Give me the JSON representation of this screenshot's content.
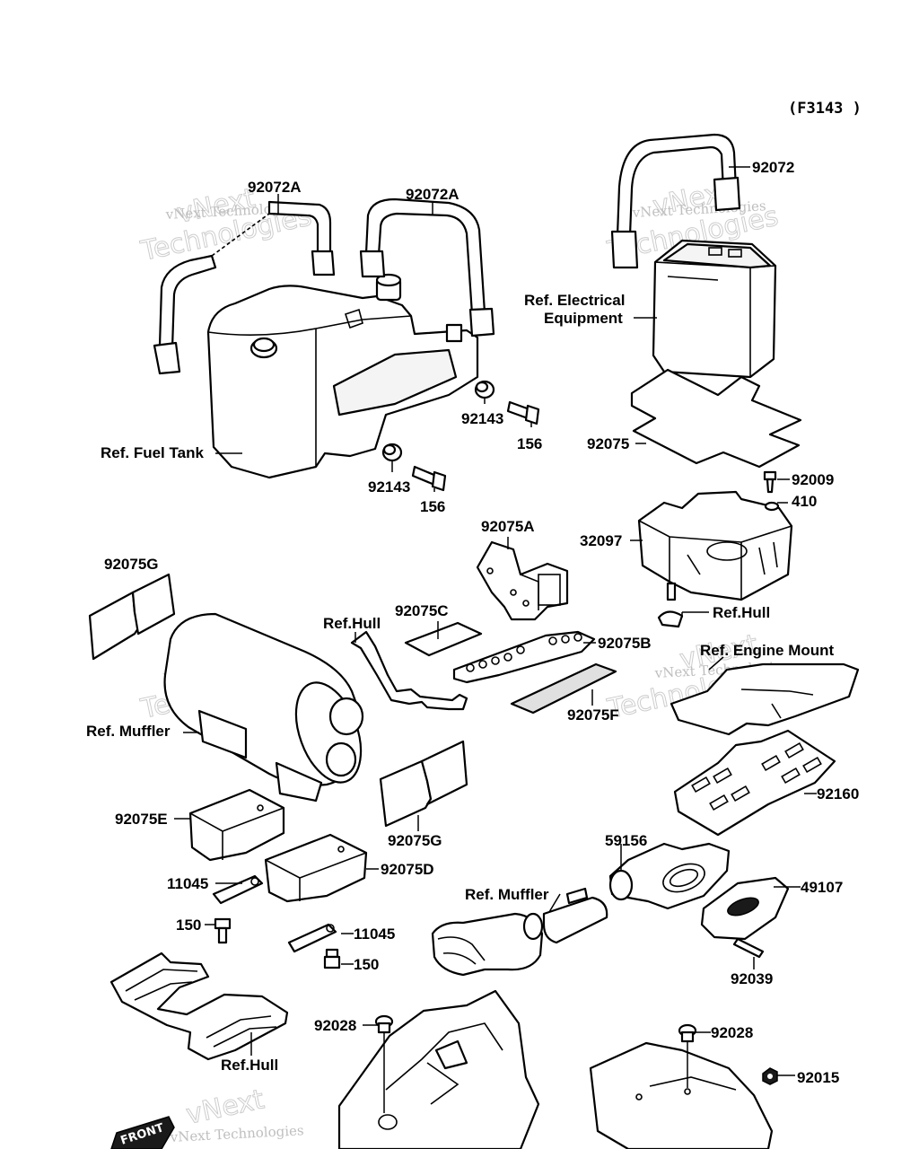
{
  "diagram_code": "(F3143 )",
  "labels": {
    "strap_left": "92072A",
    "strap_mid": "92072A",
    "strap_battery": "92072",
    "ref_electrical": "Ref. Electrical",
    "ref_equipment": "Equipment",
    "ref_fuel_tank": "Ref. Fuel Tank",
    "grommet_upper": "92143",
    "bolt_upper": "156",
    "grommet_lower": "92143",
    "bolt_lower": "156",
    "battery_pad": "92075",
    "screw_92009": "92009",
    "washer_410": "410",
    "battery_case": "32097",
    "ref_hull_battery": "Ref.Hull",
    "pad_92075G_top": "92075G",
    "pad_92075A": "92075A",
    "pad_92075C": "92075C",
    "ref_hull_bracket": "Ref.Hull",
    "pad_92075B": "92075B",
    "ref_engine_mount": "Ref. Engine Mount",
    "ref_muffler_upper": "Ref. Muffler",
    "pad_92075F": "92075F",
    "plate_92160": "92160",
    "pad_92075E": "92075E",
    "pad_92075G_bottom": "92075G",
    "pad_92075D": "92075D",
    "gasket_59156": "59156",
    "ref_muffler_lower": "Ref. Muffler",
    "plate_49107": "49107",
    "clamp_11045_upper": "11045",
    "bolt_150_upper": "150",
    "clamp_11045_lower": "11045",
    "bolt_150_lower": "150",
    "pin_92039": "92039",
    "bolt_92028_left": "92028",
    "bolt_92028_right": "92028",
    "nut_92015": "92015",
    "ref_hull_bottom": "Ref.Hull",
    "front_badge": "FRONT"
  },
  "watermark": {
    "line1": "vNext Technologies",
    "line2": "vNext",
    "line3": "Technologies"
  }
}
